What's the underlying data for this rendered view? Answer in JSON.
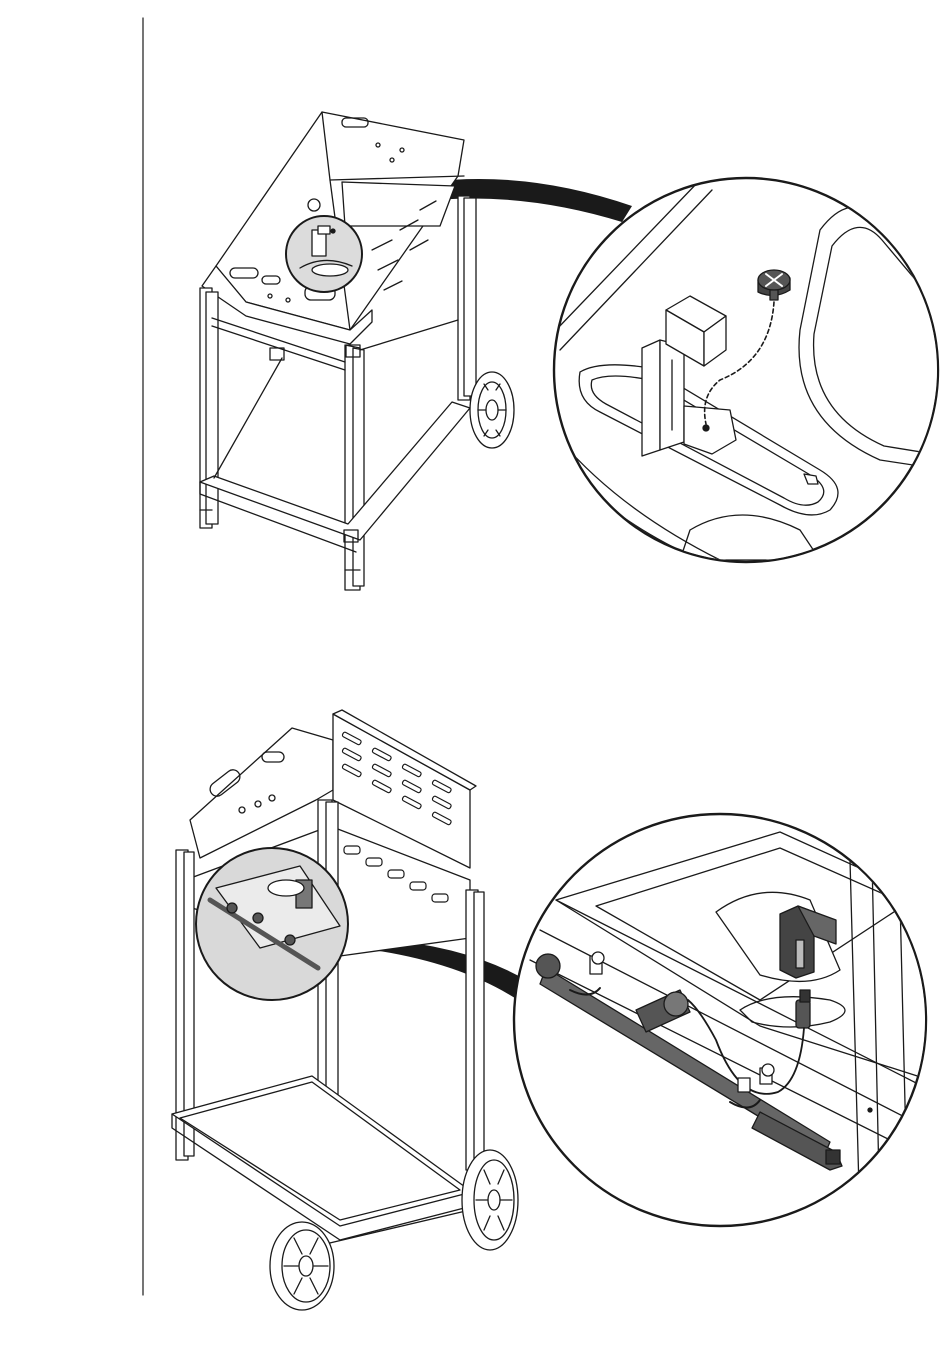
{
  "page": {
    "kind": "assembly-instructions",
    "text": [],
    "colors": {
      "line": "#1a1a1a",
      "paper": "#ffffff",
      "magnifier_fill": "#d9d9d9",
      "part_dark": "#555555"
    }
  },
  "steps": [
    {
      "name": "ignition-bracket-screw-step",
      "icons": [
        "grill-cart-illustration",
        "magnifier-circle-icon",
        "screw-icon",
        "bracket-icon"
      ]
    },
    {
      "name": "ignition-wire-connection-step",
      "icons": [
        "grill-cart-illustration",
        "magnifier-circle-icon",
        "burner-valve-icon",
        "igniter-electrode-icon",
        "wheel-icon"
      ]
    }
  ]
}
